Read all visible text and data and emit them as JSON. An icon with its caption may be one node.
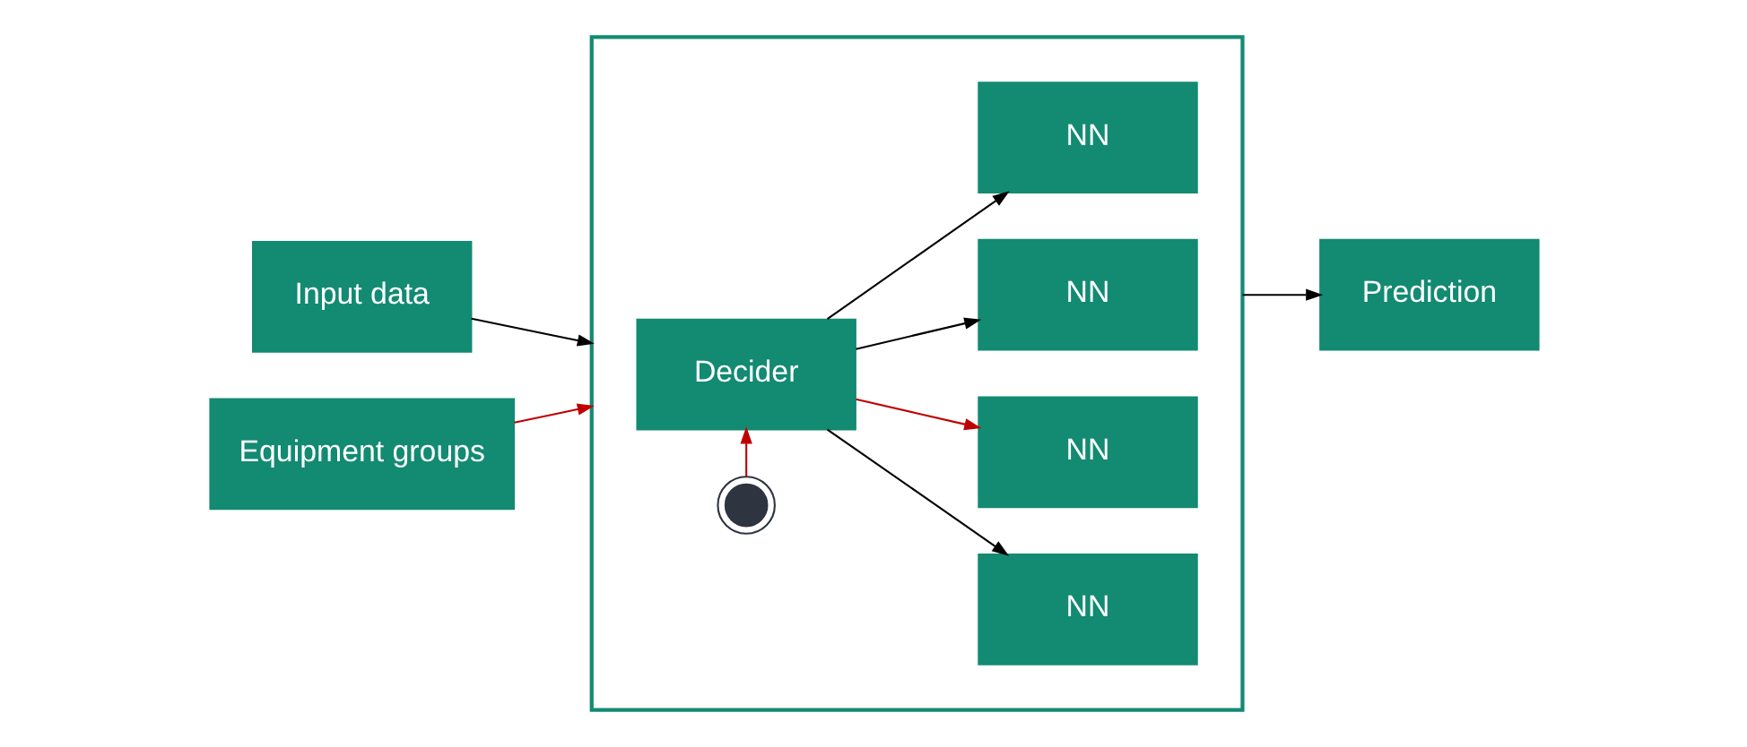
{
  "diagram": {
    "nodes": [
      {
        "text": [
          "Input data"
        ]
      },
      {
        "text": [
          "Equipment groups"
        ]
      },
      {
        "text": [],
        "shape": "box"
      },
      {
        "text": [],
        "shape": "circle",
        "in": 2
      },
      {
        "text": [
          "Decider"
        ],
        "in": 2
      },
      {
        "text": [
          "NN"
        ],
        "in": 2
      },
      {
        "text": [
          "NN"
        ],
        "in": 2
      },
      {
        "text": [
          "NN"
        ],
        "in": 2
      },
      {
        "text": [
          "NN"
        ],
        "in": 2
      },
      {
        "text": [
          "Prediction"
        ]
      }
    ],
    "edges": [
      {
        "from": 0,
        "to": 2,
        "arrow": "to"
      },
      {
        "from": 1,
        "to": 2,
        "arrow": "to",
        "color": "#c00000"
      },
      {
        "from": 3,
        "to": 4,
        "arrow": "to",
        "color": "#c00000"
      },
      {
        "from": 4,
        "to": 5,
        "arrow": "to"
      },
      {
        "from": 4,
        "to": 6,
        "arrow": "to",
        "color": "#c00000"
      },
      {
        "from": 4,
        "to": 7,
        "arrow": "to"
      },
      {
        "from": 4,
        "to": 8,
        "arrow": "to"
      },
      {
        "from": 2,
        "to": 9,
        "arrow": "to"
      }
    ]
  }
}
